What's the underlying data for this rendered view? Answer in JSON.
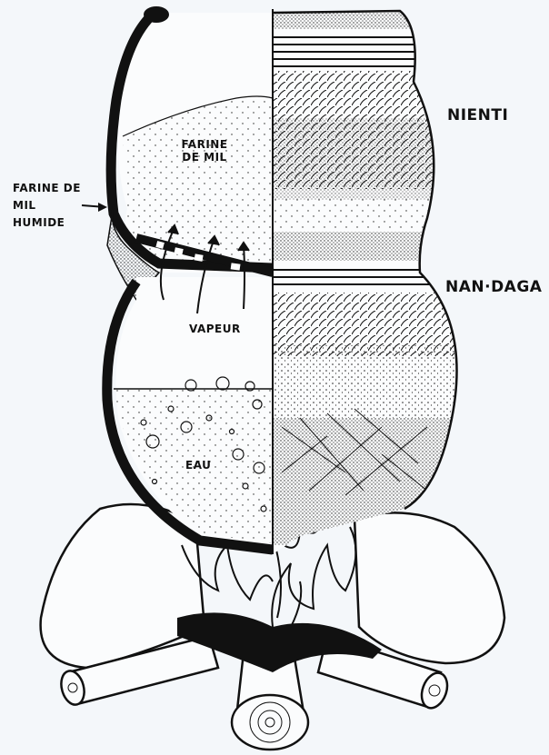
{
  "labels": {
    "top_pot": "NIENTI",
    "bottom_pot": "NAN·DAGA",
    "flour": "FARINE\nDE MIL",
    "wet_flour": "FARINE DE\nMIL\nHUMIDE",
    "steam": "VAPEUR",
    "water": "EAU"
  },
  "colors": {
    "ink": "#111111",
    "paper": "#f4f7fa",
    "stone": "#fbfcfd"
  }
}
